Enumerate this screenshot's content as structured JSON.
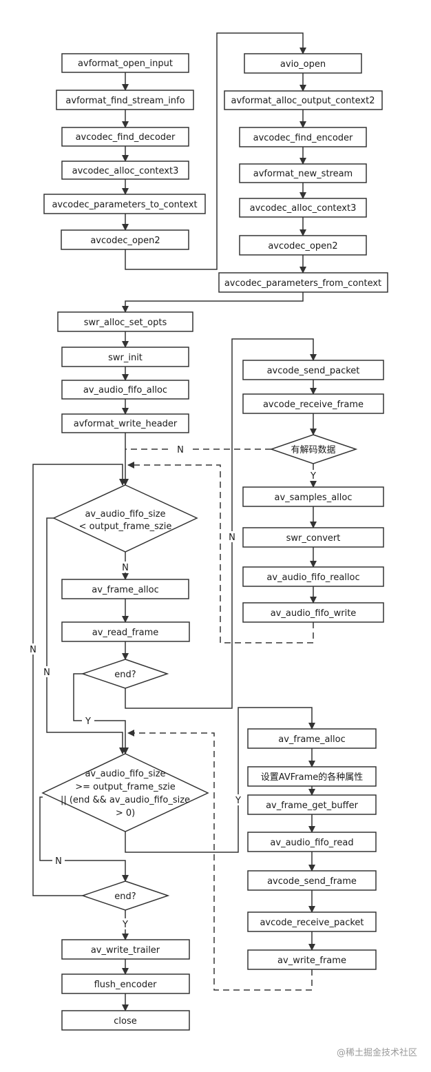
{
  "colors": {
    "stroke": "#333333",
    "fill": "#ffffff",
    "text": "#1a1a1a",
    "watermark": "#9a9a9a"
  },
  "nodes": {
    "avformat_open_input": "avformat_open_input",
    "avformat_find_stream_info": "avformat_find_stream_info",
    "avcodec_find_decoder": "avcodec_find_decoder",
    "avcodec_alloc_context3_dec": "avcodec_alloc_context3",
    "avcodec_parameters_to_context": "avcodec_parameters_to_context",
    "avcodec_open2_dec": "avcodec_open2",
    "avio_open": "avio_open",
    "avformat_alloc_output_context2": "avformat_alloc_output_context2",
    "avcodec_find_encoder": "avcodec_find_encoder",
    "avformat_new_stream": "avformat_new_stream",
    "avcodec_alloc_context3_enc": "avcodec_alloc_context3",
    "avcodec_open2_enc": "avcodec_open2",
    "avcodec_parameters_from_context": "avcodec_parameters_from_context",
    "swr_alloc_set_opts": "swr_alloc_set_opts",
    "swr_init": "swr_init",
    "av_audio_fifo_alloc": "av_audio_fifo_alloc",
    "avformat_write_header": "avformat_write_header",
    "fifo_check_1": [
      "av_audio_fifo_size",
      "< output_frame_szie"
    ],
    "av_frame_alloc_read": "av_frame_alloc",
    "av_read_frame": "av_read_frame",
    "end_check_1": "end?",
    "avcode_send_packet": "avcode_send_packet",
    "avcode_receive_frame": "avcode_receive_frame",
    "has_decoded_data": "有解码数据",
    "av_samples_alloc": "av_samples_alloc",
    "swr_convert": "swr_convert",
    "av_audio_fifo_realloc": "av_audio_fifo_realloc",
    "av_audio_fifo_write": "av_audio_fifo_write",
    "fifo_check_2": [
      "av_audio_fifo_size",
      ">= output_frame_szie",
      "|| (end && av_audio_fifo_size",
      "> 0)"
    ],
    "end_check_2": "end?",
    "av_write_trailer": "av_write_trailer",
    "flush_encoder": "flush_encoder",
    "close": "close",
    "av_frame_alloc_enc": "av_frame_alloc",
    "set_avframe_props": "设置AVFrame的各种属性",
    "av_frame_get_buffer": "av_frame_get_buffer",
    "av_audio_fifo_read": "av_audio_fifo_read",
    "avcode_send_frame": "avcode_send_frame",
    "avcode_receive_packet": "avcode_receive_packet",
    "av_write_frame": "av_write_frame"
  },
  "edge_labels": {
    "header_no_data": "N",
    "decoded_yes": "Y",
    "fifo1_no": "N",
    "loop_outer_no": "N",
    "fifo2_no_side": "N",
    "receive_frame_no": "N",
    "end1_yes": "Y",
    "fifo2_yes": "Y",
    "fifo2_no": "N",
    "end2_yes": "Y"
  },
  "watermark": "@稀土掘金技术社区"
}
